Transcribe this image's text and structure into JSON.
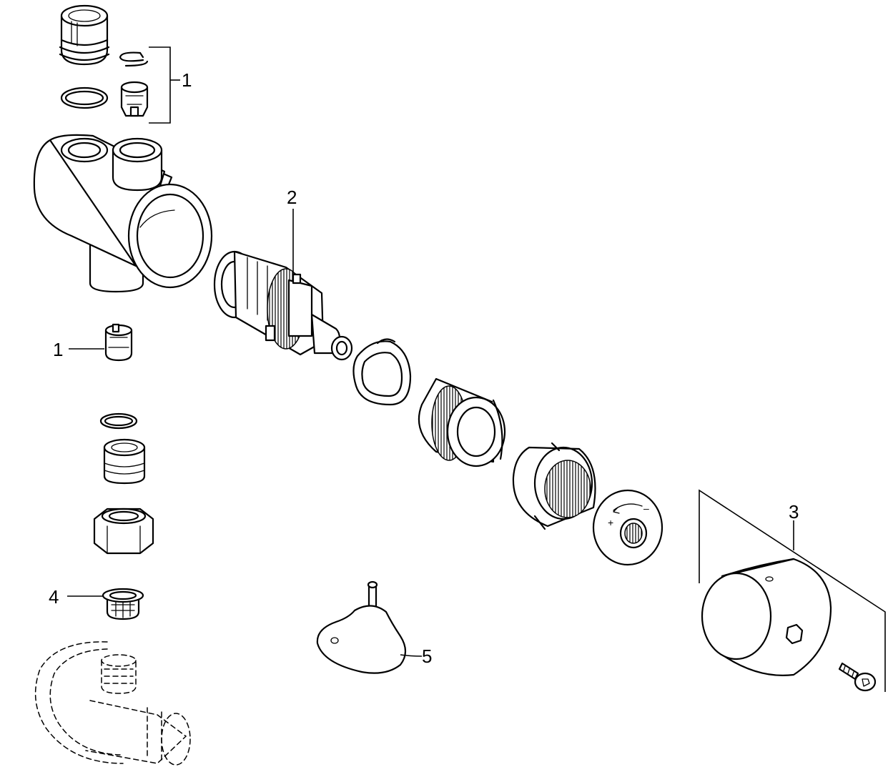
{
  "callouts": {
    "c1_top": "1",
    "c2": "2",
    "c1_left": "1",
    "c3": "3",
    "c4": "4",
    "c5": "5"
  },
  "colors": {
    "line": "#000000",
    "background": "#ffffff"
  }
}
